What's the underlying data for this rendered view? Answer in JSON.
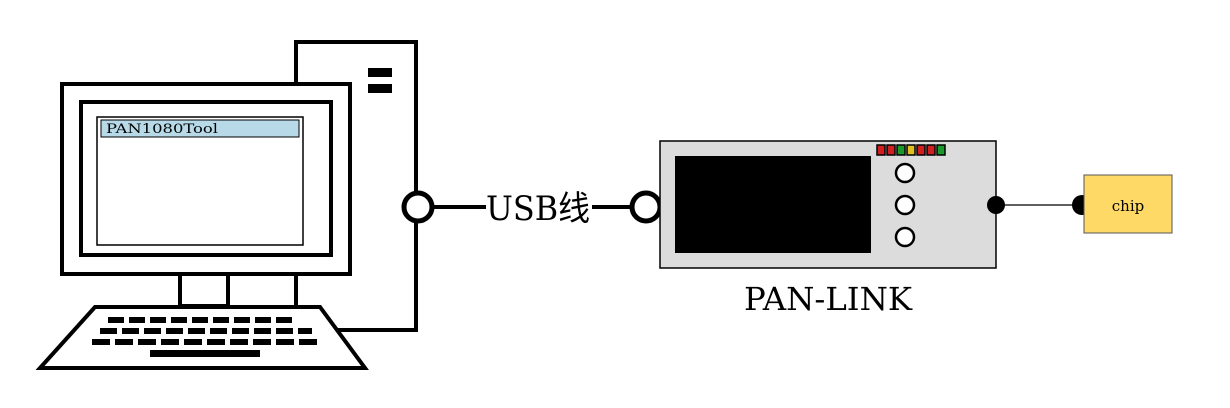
{
  "computer": {
    "window_title": "PAN1080Tool"
  },
  "cable": {
    "label": "USB线"
  },
  "programmer": {
    "name": "PAN-LINK",
    "led_colors": [
      "#d01f1f",
      "#d01f1f",
      "#1a9a2a",
      "#e0c020",
      "#d01f1f",
      "#d01f1f",
      "#1a9a2a"
    ]
  },
  "target": {
    "label": "chip",
    "fill_color": "#ffd966"
  }
}
